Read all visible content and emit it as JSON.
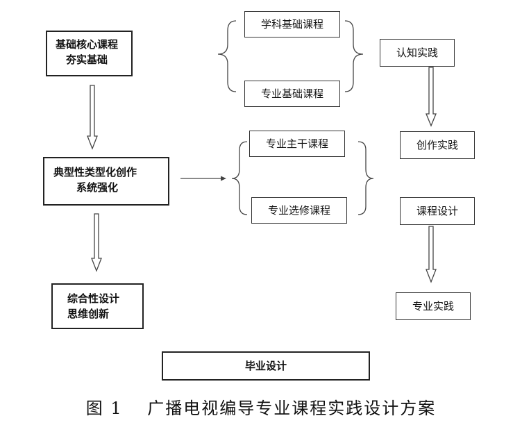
{
  "nodes": {
    "core_courses": [
      "基础核心课程",
      "夯实基础"
    ],
    "typical_creation": [
      "典型性类型化创作",
      "系统强化"
    ],
    "comprehensive_design": [
      "综合性设计",
      "思维创新"
    ],
    "graduation_design": "毕业设计",
    "subject_basic": "学科基础课程",
    "major_basic": "专业基础课程",
    "major_main": "专业主干课程",
    "major_elective": "专业选修课程",
    "cognitive_practice": "认知实践",
    "creative_practice": "创作实践",
    "course_design": "课程设计",
    "professional_practice": "专业实践"
  },
  "caption": "图 1　 广播电视编导专业课程实践设计方案"
}
